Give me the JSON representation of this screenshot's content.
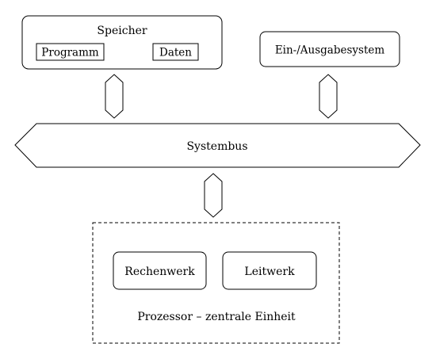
{
  "memory": {
    "title": "Speicher",
    "program": "Programm",
    "data": "Daten"
  },
  "io": {
    "label": "Ein-/Ausgabesystem"
  },
  "bus": {
    "label": "Systembus"
  },
  "processor": {
    "alu": "Rechenwerk",
    "control": "Leitwerk",
    "caption": "Prozessor – zentrale Einheit"
  }
}
